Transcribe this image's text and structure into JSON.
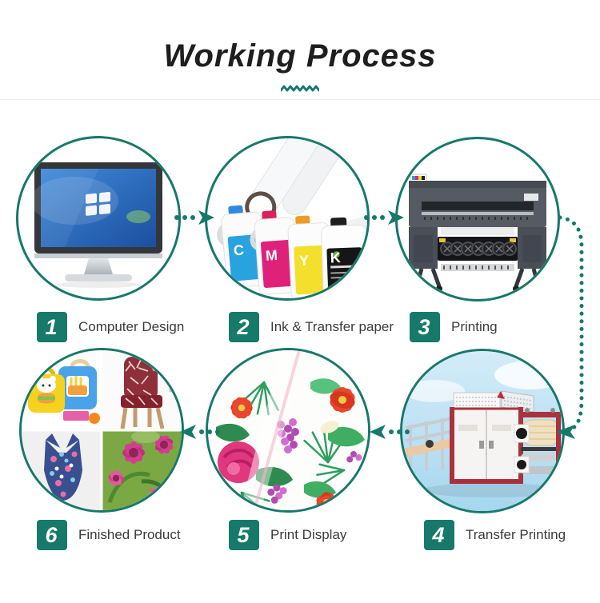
{
  "title": "Working Process",
  "colors": {
    "accent": "#17796a",
    "title_text": "#1e1e1e",
    "label_text": "#3b3b3b"
  },
  "steps": [
    {
      "num": "1",
      "label": "Computer Design"
    },
    {
      "num": "2",
      "label": "Ink & Transfer paper"
    },
    {
      "num": "3",
      "label": "Printing"
    },
    {
      "num": "4",
      "label": "Transfer Printing"
    },
    {
      "num": "5",
      "label": "Print Display"
    },
    {
      "num": "6",
      "label": "Finished Product"
    }
  ],
  "ink": {
    "letters": [
      "C",
      "M",
      "Y",
      "K"
    ]
  }
}
